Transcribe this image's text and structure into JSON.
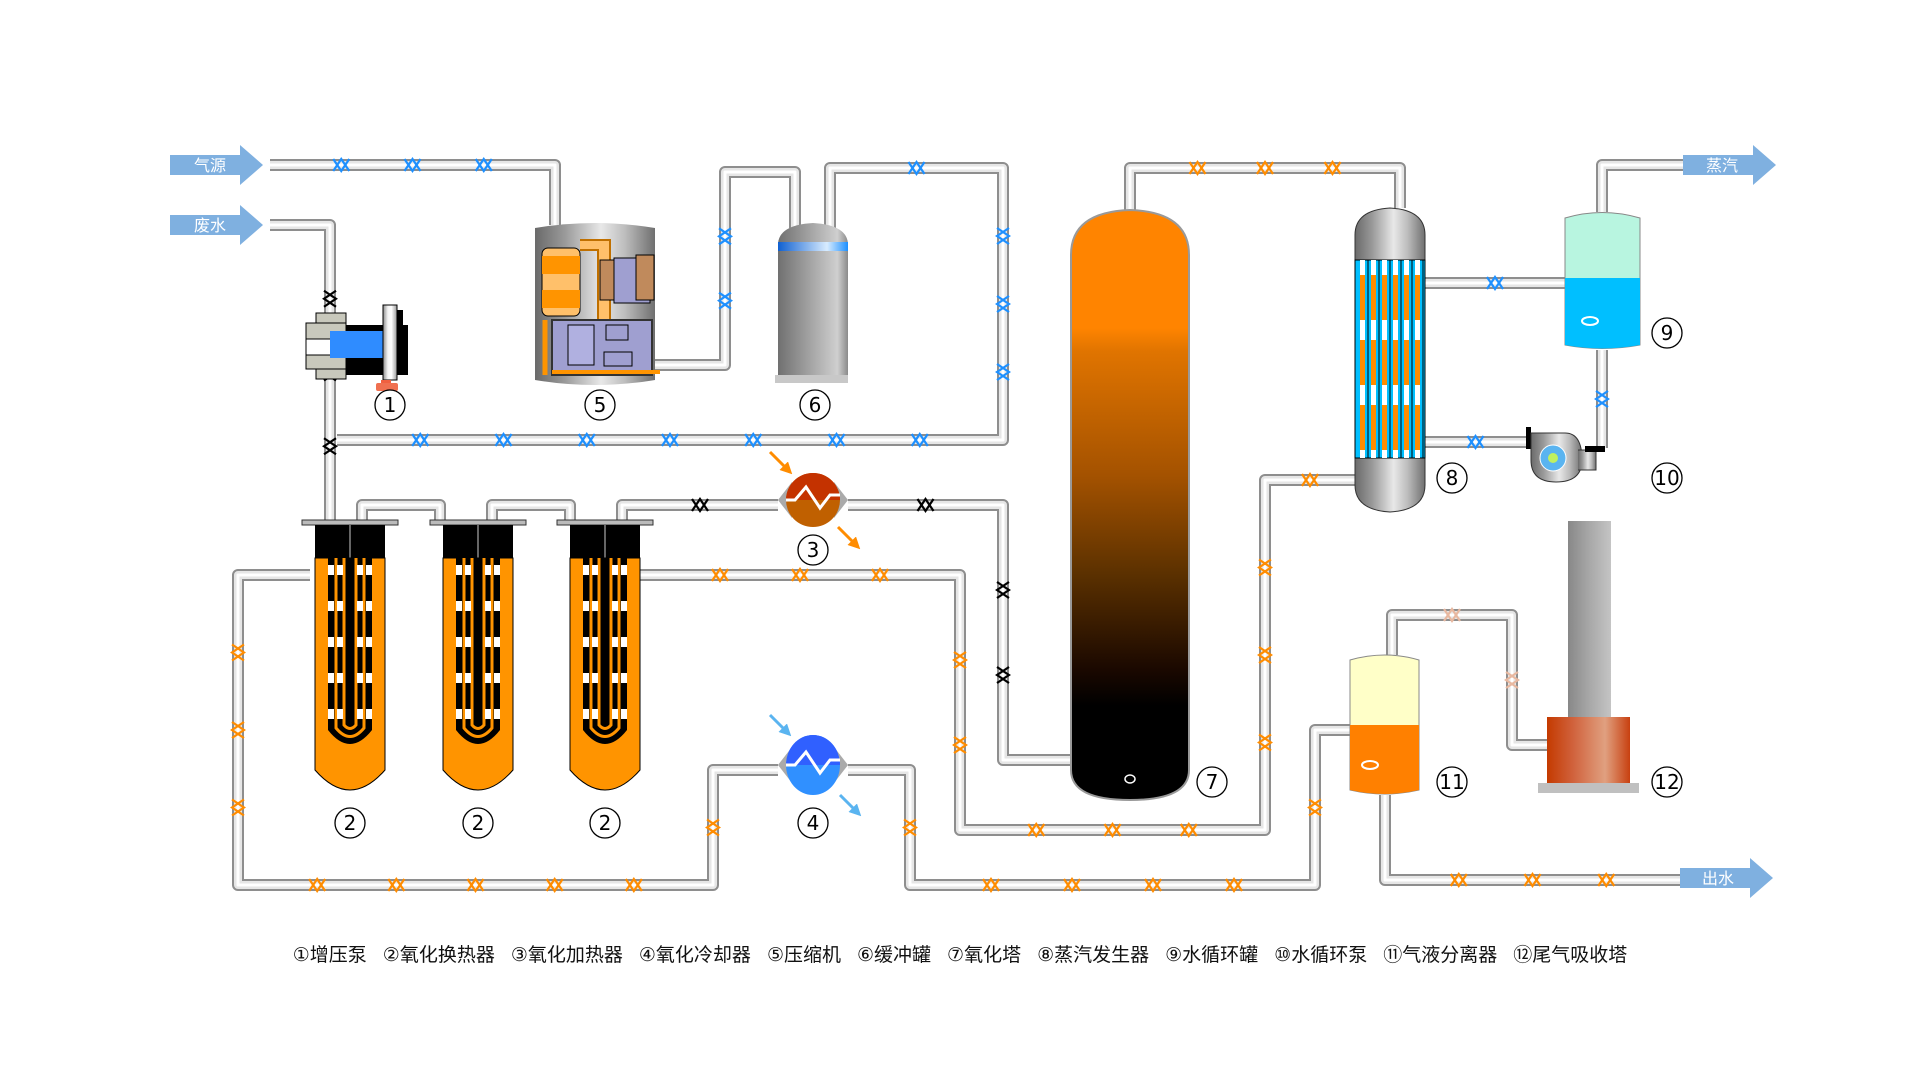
{
  "diagram": {
    "title": "Supercritical water oxidation process flow",
    "io_arrows": {
      "gas_source": "气源",
      "waste_water": "废水",
      "steam": "蒸汽",
      "water_out": "出水"
    },
    "equipment_numbers": [
      "1",
      "2",
      "3",
      "4",
      "5",
      "6",
      "7",
      "8",
      "9",
      "10",
      "11",
      "12"
    ],
    "legend": [
      "①增压泵",
      "②氧化换热器",
      "③氧化加热器",
      "④氧化冷却器",
      "⑤压缩机",
      "⑥缓冲罐",
      "⑦氧化塔",
      "⑧蒸汽发生器",
      "⑨水循环罐",
      "⑩水循环泵",
      "⑪气液分离器",
      "⑫尾气吸收塔"
    ],
    "colors": {
      "gas_flow": "#1e90ff",
      "waste_flow": "#000000",
      "hot_flow": "#ff8c00",
      "tail_gas_flow": "#e8b8a0",
      "io_arrow": "#7fb0e0",
      "pipe": "#c8c8c8"
    }
  }
}
